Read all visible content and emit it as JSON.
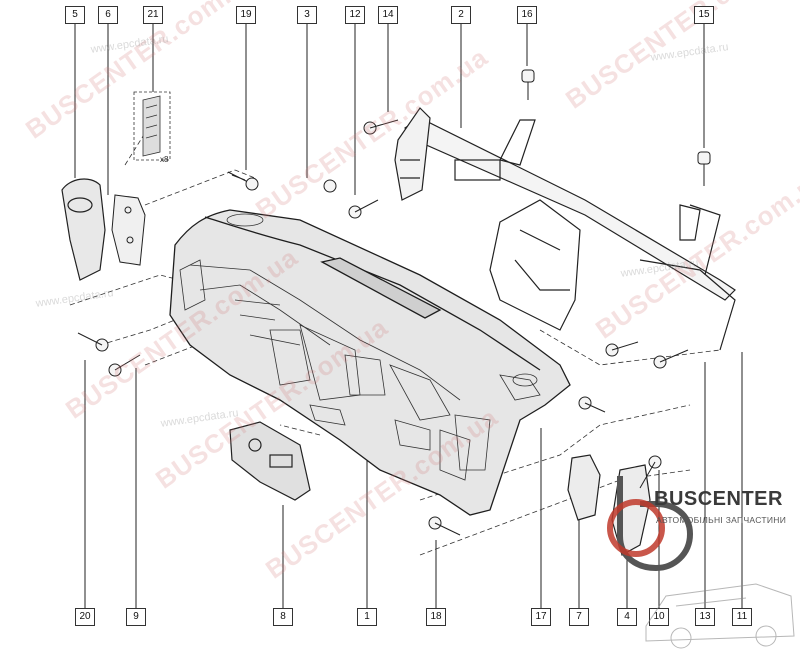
{
  "callouts": {
    "c5": "5",
    "c6": "6",
    "c21": "21",
    "c19": "19",
    "c3": "3",
    "c12": "12",
    "c14": "14",
    "c2": "2",
    "c16": "16",
    "c15": "15",
    "c20": "20",
    "c9": "9",
    "c8": "8",
    "c1": "1",
    "c18": "18",
    "c17": "17",
    "c7": "7",
    "c4": "4",
    "c10": "10",
    "c13": "13",
    "c11": "11"
  },
  "insert_label": "x8",
  "watermarks": {
    "buscenter": "BUSCENTER.com.ua",
    "epcdata": "www.epcdata.ru"
  },
  "logo": {
    "title": "BUSCENTER",
    "subtitle": "АВТОМОБІЛЬНІ ЗАПЧАСТИНИ",
    "accent": "#c0392b"
  }
}
